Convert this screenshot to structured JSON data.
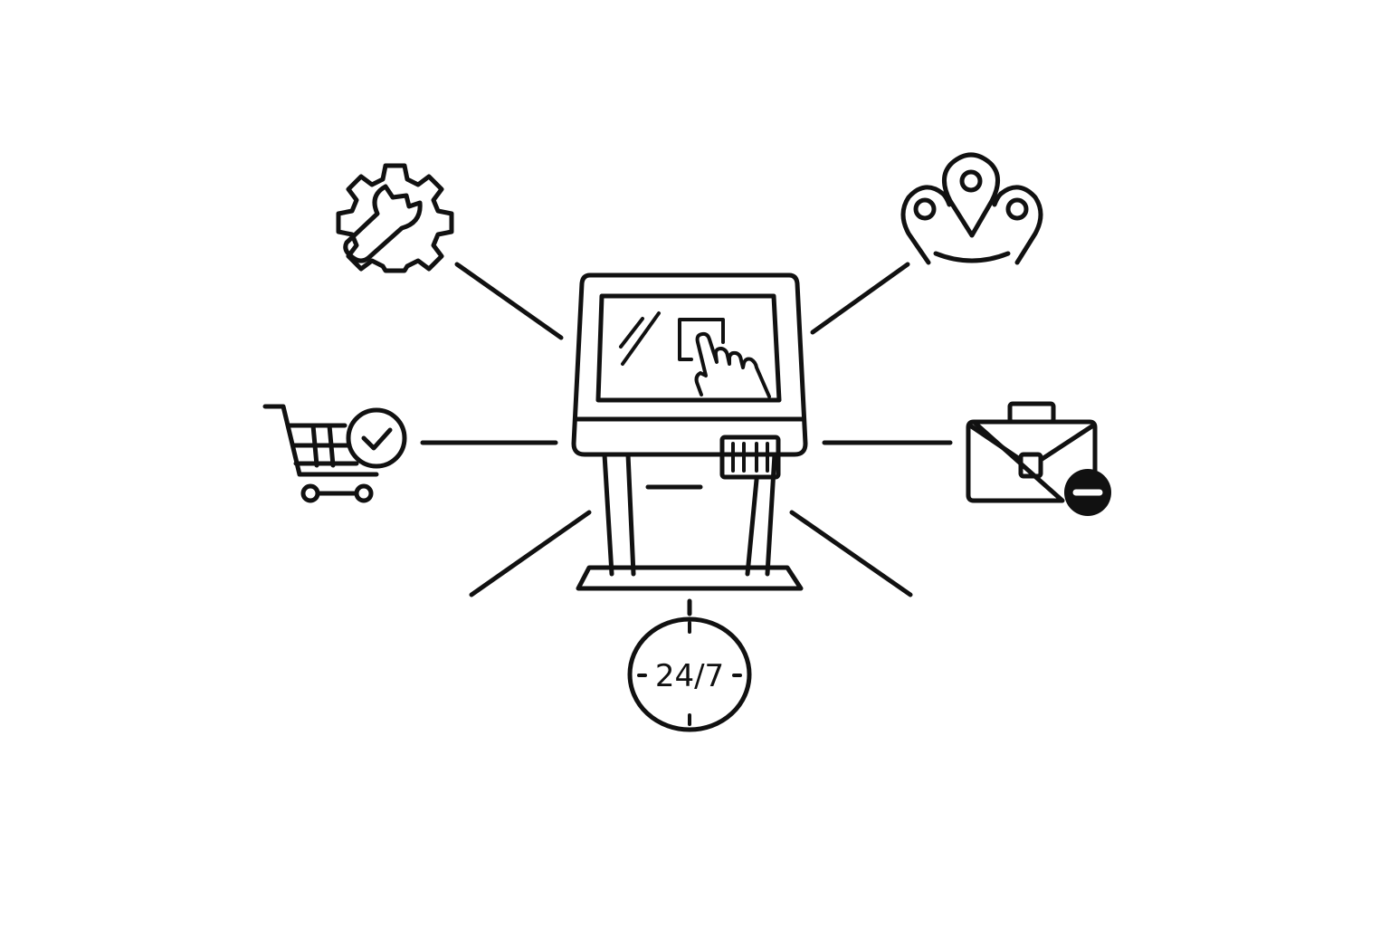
{
  "diagram": {
    "center": {
      "name": "touchscreen-kiosk",
      "icon": "kiosk-icon"
    },
    "nodes": [
      {
        "id": "maintenance",
        "icon": "gear-wrench-icon"
      },
      {
        "id": "locations",
        "icon": "location-pins-icon"
      },
      {
        "id": "shopping",
        "icon": "cart-check-icon"
      },
      {
        "id": "business",
        "icon": "briefcase-minus-icon"
      },
      {
        "id": "availability",
        "icon": "clock-247-icon",
        "label": "24/7"
      }
    ],
    "colors": {
      "stroke": "#111111",
      "background": "#ffffff"
    }
  }
}
